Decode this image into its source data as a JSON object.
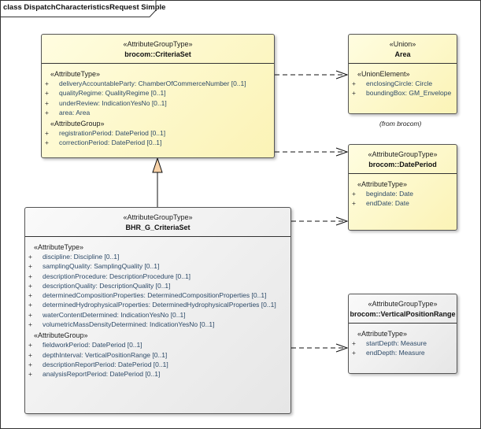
{
  "frame": {
    "title": "class DispatchCharacteristicsRequest Simple"
  },
  "colors": {
    "yellow_box": "#fbf3b6",
    "gray_box": "#e6e6e6",
    "attribute_text": "#2d4a68",
    "generalization_fill": "#f9d3a8"
  },
  "classes": {
    "criteria_set": {
      "stereotype": "«AttributeGroupType»",
      "name": "brocom::CriteriaSet",
      "sections": [
        {
          "label": "«AttributeType»",
          "attributes": [
            {
              "vis": "+",
              "text": "deliveryAccountableParty: ChamberOfCommerceNumber [0..1]"
            },
            {
              "vis": "+",
              "text": "qualityRegime: QualityRegime [0..1]"
            },
            {
              "vis": "+",
              "text": "underReview: IndicationYesNo [0..1]"
            },
            {
              "vis": "+",
              "text": "area: Area"
            }
          ]
        },
        {
          "label": "«AttributeGroup»",
          "attributes": [
            {
              "vis": "+",
              "text": "registrationPeriod: DatePeriod [0..1]"
            },
            {
              "vis": "+",
              "text": "correctionPeriod: DatePeriod [0..1]"
            }
          ]
        }
      ]
    },
    "area": {
      "stereotype": "«Union»",
      "name": "Area",
      "from_note": "(from brocom)",
      "sections": [
        {
          "label": "«UnionElement»",
          "attributes": [
            {
              "vis": "+",
              "text": "enclosingCircle: Circle"
            },
            {
              "vis": "+",
              "text": "boundingBox: GM_Envelope"
            }
          ]
        }
      ]
    },
    "date_period": {
      "stereotype": "«AttributeGroupType»",
      "name": "brocom::DatePeriod",
      "sections": [
        {
          "label": "«AttributeType»",
          "attributes": [
            {
              "vis": "+",
              "text": "begindate: Date"
            },
            {
              "vis": "+",
              "text": "endDate: Date"
            }
          ]
        }
      ]
    },
    "bhr_criteria_set": {
      "stereotype": "«AttributeGroupType»",
      "name": "BHR_G_CriteriaSet",
      "sections": [
        {
          "label": "«AttributeType»",
          "attributes": [
            {
              "vis": "+",
              "text": "discipline: Discipline [0..1]"
            },
            {
              "vis": "+",
              "text": "samplingQuality: SamplingQuality [0..1]"
            },
            {
              "vis": "+",
              "text": "descriptionProcedure: DescriptionProcedure [0..1]"
            },
            {
              "vis": "+",
              "text": "descriptionQuality: DescriptionQuality [0..1]"
            },
            {
              "vis": "+",
              "text": "determinedCompositionProperties: DeterminedCompositionProperties [0..1]"
            },
            {
              "vis": "+",
              "text": "determinedHydrophysicalProperties: DeterminedHydrophysicalProperties [0..1]"
            },
            {
              "vis": "+",
              "text": "waterContentDetermined: IndicationYesNo [0..1]"
            },
            {
              "vis": "+",
              "text": "volumetricMassDensityDetermined: IndicationYesNo [0..1]"
            }
          ]
        },
        {
          "label": "«AttributeGroup»",
          "attributes": [
            {
              "vis": "+",
              "text": "fieldworkPeriod: DatePeriod [0..1]"
            },
            {
              "vis": "+",
              "text": "depthInterval: VerticalPositionRange [0..1]"
            },
            {
              "vis": "+",
              "text": "descriptionReportPeriod: DatePeriod [0..1]"
            },
            {
              "vis": "+",
              "text": "analysisReportPeriod: DatePeriod [0..1]"
            }
          ]
        }
      ]
    },
    "vertical_position_range": {
      "stereotype": "«AttributeGroupType»",
      "name": "brocom::VerticalPositionRange",
      "sections": [
        {
          "label": "«AttributeType»",
          "attributes": [
            {
              "vis": "+",
              "text": "startDepth: Measure"
            },
            {
              "vis": "+",
              "text": "endDepth: Measure"
            }
          ]
        }
      ]
    }
  },
  "relations": [
    {
      "type": "dependency",
      "from": "brocom::CriteriaSet",
      "to": "Area"
    },
    {
      "type": "dependency",
      "from": "brocom::CriteriaSet",
      "to": "brocom::DatePeriod"
    },
    {
      "type": "dependency",
      "from": "BHR_G_CriteriaSet",
      "to": "brocom::DatePeriod"
    },
    {
      "type": "dependency",
      "from": "BHR_G_CriteriaSet",
      "to": "brocom::VerticalPositionRange"
    },
    {
      "type": "generalization",
      "from": "BHR_G_CriteriaSet",
      "to": "brocom::CriteriaSet"
    }
  ]
}
